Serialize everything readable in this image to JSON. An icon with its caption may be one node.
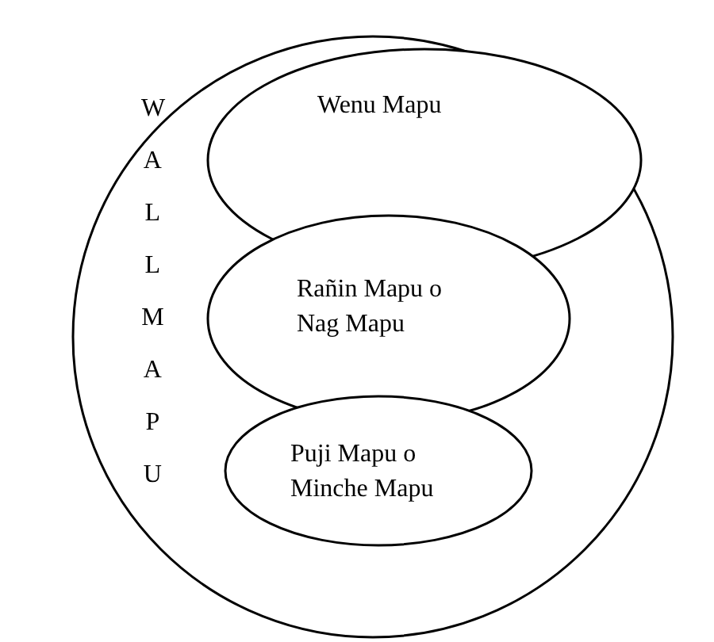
{
  "diagram": {
    "nodes": [
      {
        "text": [
          "WALLMAPU"
        ]
      },
      {
        "text": [
          "Wenu Mapu"
        ],
        "in": 0
      },
      {
        "text": [
          "Rañin Mapu o Nag Mapu"
        ],
        "in": 0
      },
      {
        "text": [
          "Puji Mapu o Minche Mapu"
        ],
        "in": 0
      }
    ]
  }
}
